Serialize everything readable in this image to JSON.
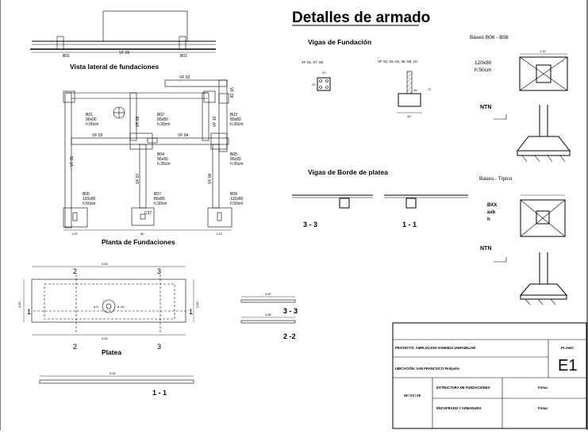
{
  "title": "Detalles de armado",
  "vista_lateral": {
    "title": "Vista lateral de fundaciones",
    "labels": [
      "B01",
      "VF 05",
      "B01"
    ]
  },
  "planta": {
    "title": "Planta de Fundaciones",
    "beams": [
      "VF 02",
      "VF 09",
      "VF 08",
      "VF 10",
      "VF 03",
      "VF 04",
      "VF 05",
      "VF 07",
      "VF 06"
    ],
    "bases": [
      {
        "name": "B01",
        "size": "90x90",
        "h": "h:30cm"
      },
      {
        "name": "B02",
        "size": "80x80",
        "h": "h:30cm"
      },
      {
        "name": "B03",
        "size": "80x80",
        "h": "h:30cm"
      },
      {
        "name": "B04",
        "size": "90x90",
        "h": "h:35cm"
      },
      {
        "name": "B05",
        "size": "90x90",
        "h": "h:35cm"
      },
      {
        "name": "B06",
        "size": "120x80",
        "h": "h:50cm"
      },
      {
        "name": "B07",
        "size": "80x80",
        "h": "h:30cm"
      },
      {
        "name": "B08",
        "size": "120x80",
        "h": "h:50cm"
      }
    ],
    "column": "C07",
    "dims": [
      "1.20",
      ".80",
      "1.20"
    ]
  },
  "platea": {
    "title": "Platea",
    "cuts": [
      "2",
      "3",
      "1",
      "1",
      "2",
      "3"
    ],
    "dims": [
      "5.52",
      "5.92",
      "3.80",
      "3.80"
    ],
    "center": [
      "ø 8",
      "ø 15"
    ]
  },
  "seccion_1": {
    "label": "1 - 1",
    "dim": "5.60"
  },
  "secc_33_small": {
    "label": "3 - 3",
    "dim": "3.87"
  },
  "secc_22_small": {
    "label": "2 -2",
    "dim": "3.80"
  },
  "vigas_fundacion": {
    "title": "Vigas de Fundación",
    "group1": "VF 01, 07, 08",
    "group2": "VF 02, 03, 04, 05, 09, 10",
    "dims": [
      ".20",
      ".20",
      ".30",
      ".37",
      ".40"
    ]
  },
  "vigas_borde": {
    "title": "Vigas de Borde de platea",
    "cut_a": "3 - 3",
    "cut_b": "1 - 1"
  },
  "bases_b06": {
    "title": "Bases B06 - B08",
    "size": "120x80",
    "h": "h:50cm",
    "dim": "1.20",
    "ntn": "NTN"
  },
  "bases_tipico": {
    "title": "Bases - Típico",
    "lines": [
      "BXX",
      "axb",
      "h"
    ],
    "ntn": "NTN"
  },
  "titleblock": {
    "plano_label": "PLANO",
    "plano_code": "E1",
    "proyecto": "PROYECTO: AMPLIACION VIVIENDA UNIFAMILIAR",
    "ubicacion": "UBICACIÓN:  SAN FRANCISCO Pinlipolis",
    "date": "28 / 03 / 08",
    "estructura": "ESTRUCTURA DE FUNDACIONES",
    "encofrado": "ENCOFRADO Y ARMADURA",
    "firma1": "Firma:",
    "firma2": "Firma:"
  }
}
